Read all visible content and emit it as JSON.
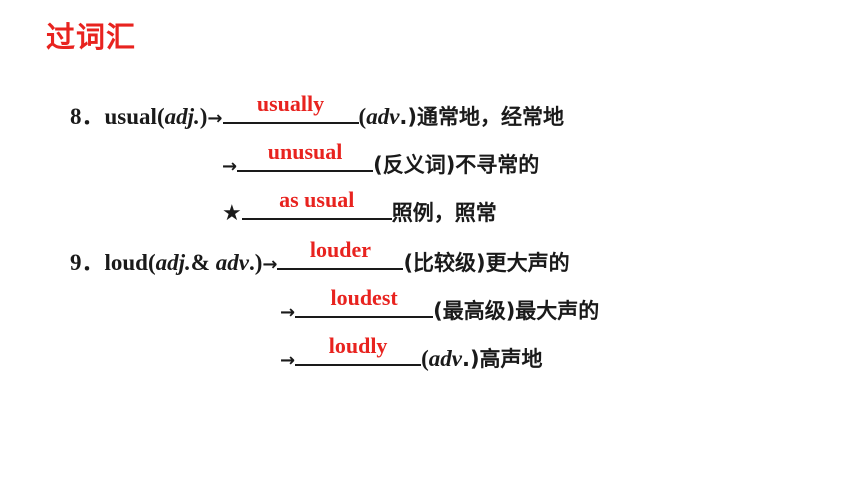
{
  "title": "过词汇",
  "item8": {
    "number": "8．",
    "word": "usual",
    "pos_open": "(",
    "pos": "adj.",
    "pos_close": ")",
    "arrow": "→",
    "star": "★",
    "rows": [
      {
        "answer": "usually",
        "pre": "(",
        "pos": "adv",
        "post": ".)通常地，经常地"
      },
      {
        "answer": "unusual",
        "post": "(反义词)不寻常的"
      },
      {
        "answer": "as usual",
        "post": "照例，照常"
      }
    ]
  },
  "item9": {
    "number": "9．",
    "word": "loud",
    "pos_open": "(",
    "pos1": "adj.",
    "amp": "& ",
    "pos2": "adv",
    "pos_close": ".)",
    "arrow": "→",
    "rows": [
      {
        "answer": "louder",
        "post": "(比较级)更大声的"
      },
      {
        "answer": "loudest",
        "post": "(最高级)最大声的"
      },
      {
        "answer": "loudly",
        "pre": "(",
        "pos": "adv",
        "post": ".)高声地"
      }
    ]
  }
}
